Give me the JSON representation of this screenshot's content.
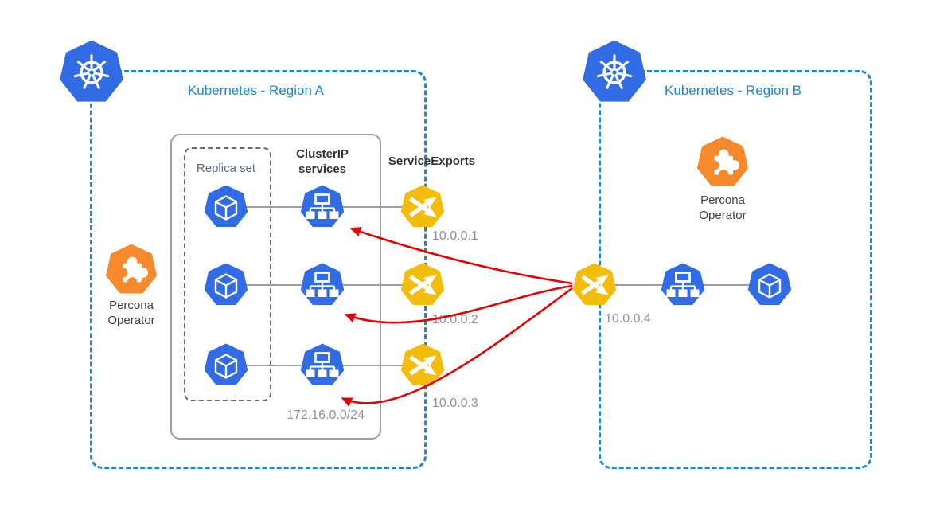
{
  "regions": [
    {
      "title": "Kubernetes - Region A"
    },
    {
      "title": "Kubernetes - Region B"
    }
  ],
  "cluster_a": {
    "replica_set_label": "Replica set",
    "clusterip_label_line1": "ClusterIP",
    "clusterip_label_line2": "services",
    "service_exports_label": "ServiceExports",
    "subnet": "172.16.0.0/24",
    "service_export_ips": [
      "10.0.0.1",
      "10.0.0.2",
      "10.0.0.3"
    ]
  },
  "cluster_b": {
    "service_export_ip": "10.0.0.4"
  },
  "percona_operator": {
    "line1": "Percona",
    "line2": "Operator"
  },
  "icons": {
    "kubernetes-logo-icon": "blue heptagon with white ship wheel",
    "percona-operator-icon": "orange heptagon with white puzzle piece",
    "pod-icon": "blue heptagon with white cube outline",
    "clusterip-service-icon": "blue heptagon with white node tree",
    "service-export-icon": "yellow heptagon with white crossing arrows"
  },
  "colors": {
    "kubernetes_blue": "#326CE5",
    "export_yellow": "#F2BD0D",
    "percona_orange": "#F6892B",
    "region_border_blue": "#1E88C9",
    "arrow_red": "#E60000",
    "connector_gray": "#9E9E9E",
    "replica_border_slate": "#5A6B7E",
    "ip_text_gray": "#8A929B"
  }
}
